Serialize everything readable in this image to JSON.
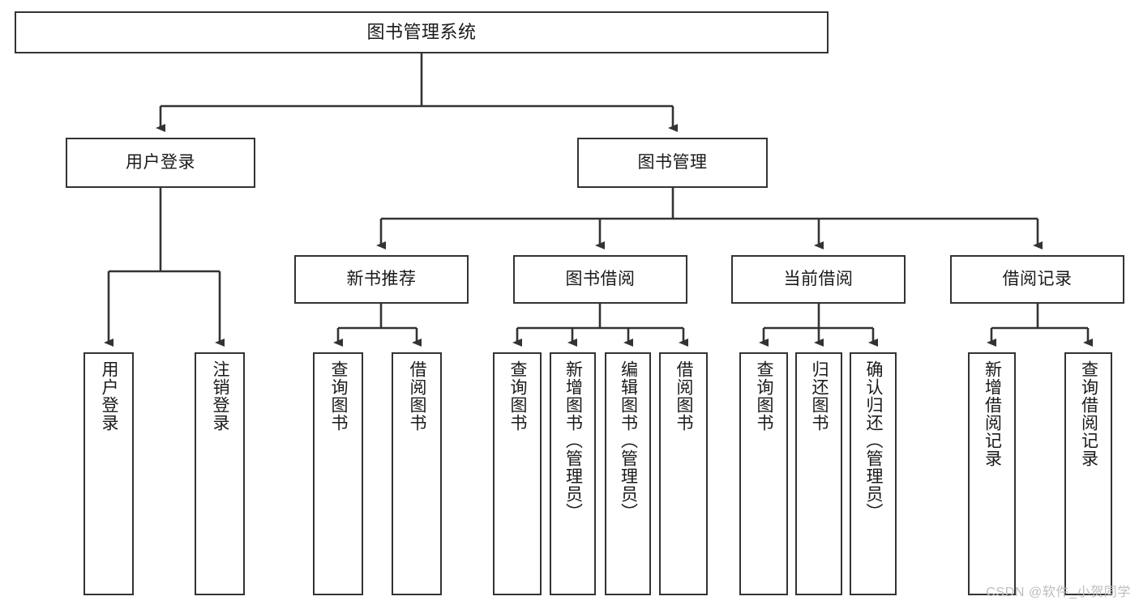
{
  "diagram": {
    "title": "图书管理系统",
    "type": "tree-hierarchy-chart",
    "watermark": "CSDN @软件_小贺同学",
    "colors": {
      "box_border": "#333333",
      "box_fill": "#ffffff",
      "connector": "#333333",
      "text": "#1a1a1a",
      "watermark": "#bdbdbd"
    },
    "nodes": {
      "root": {
        "label": "图书管理系统"
      },
      "level2": [
        {
          "label": "用户登录"
        },
        {
          "label": "图书管理"
        }
      ],
      "level3": [
        {
          "label": "新书推荐"
        },
        {
          "label": "图书借阅"
        },
        {
          "label": "当前借阅"
        },
        {
          "label": "借阅记录"
        }
      ],
      "leaves": {
        "user_login": [
          {
            "label": "用户登录"
          },
          {
            "label": "注销登录"
          }
        ],
        "new_book_recommend": [
          {
            "label": "查询图书"
          },
          {
            "label": "借阅图书"
          }
        ],
        "book_borrow": [
          {
            "label": "查询图书"
          },
          {
            "label": "新增图书（管理员）"
          },
          {
            "label": "编辑图书（管理员）"
          },
          {
            "label": "借阅图书"
          }
        ],
        "current_borrow": [
          {
            "label": "查询图书"
          },
          {
            "label": "归还图书"
          },
          {
            "label": "确认归还（管理员）"
          }
        ],
        "borrow_record": [
          {
            "label": "新增借阅记录"
          },
          {
            "label": "查询借阅记录"
          }
        ]
      }
    }
  }
}
